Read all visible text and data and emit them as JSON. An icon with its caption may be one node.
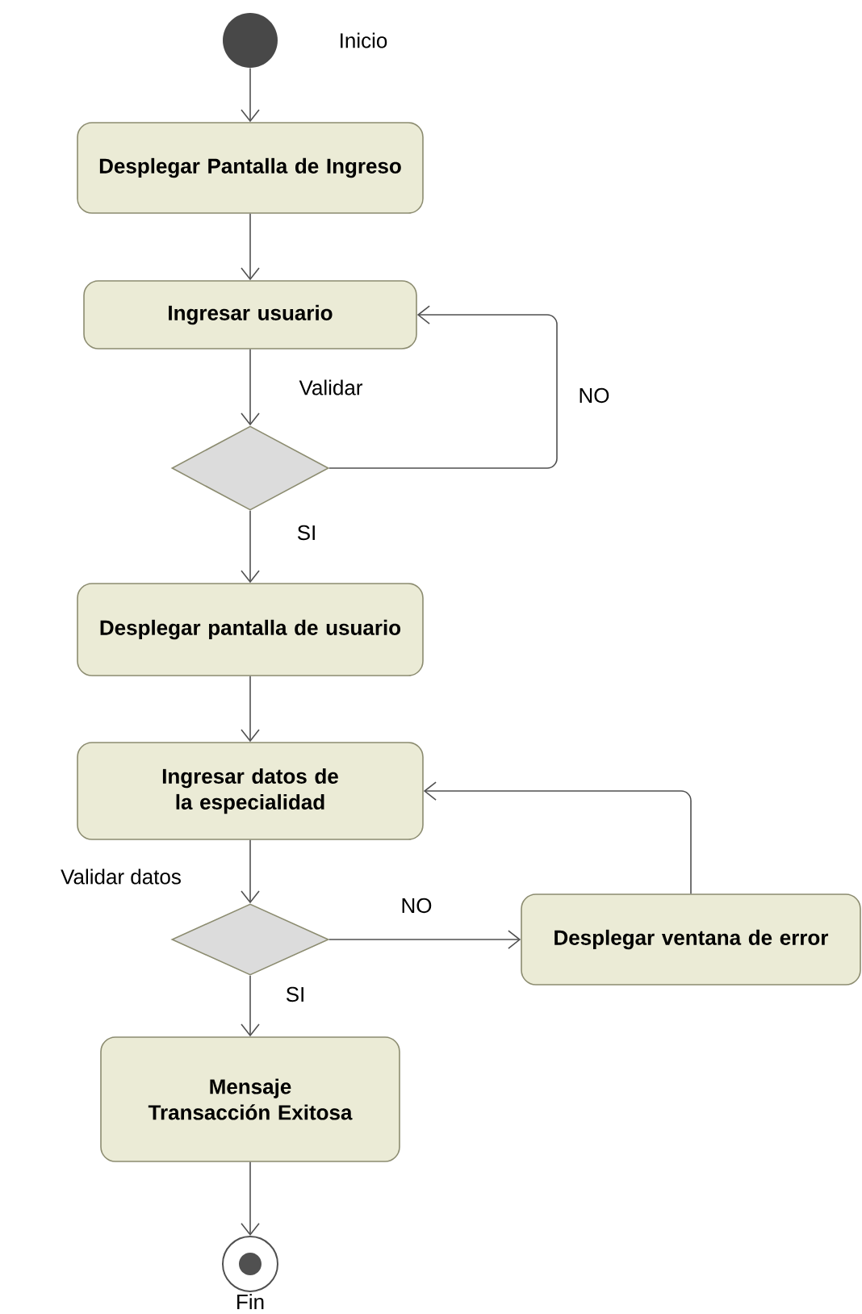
{
  "diagram": {
    "nodes": [
      {
        "text": [],
        "shape": "circle",
        "beside": [
          "Inicio"
        ]
      },
      {
        "text": [
          "Desplegar Pantalla de Ingreso"
        ]
      },
      {
        "text": [
          "Ingresar usuario"
        ]
      },
      {
        "text": [],
        "shape": "diamond"
      },
      {
        "text": [
          "Desplegar pantalla de usuario"
        ]
      },
      {
        "text": [
          "Ingresar datos de la especialidad"
        ]
      },
      {
        "text": [],
        "shape": "diamond"
      },
      {
        "text": [
          "Desplegar ventana de error"
        ]
      },
      {
        "text": [
          "Mensaje Transacción Exitosa"
        ]
      },
      {
        "text": [],
        "shape": "circle",
        "beside": [
          "Fin"
        ]
      }
    ],
    "edges": [
      {
        "from": 0,
        "to": 1,
        "arrow": "to"
      },
      {
        "from": 1,
        "to": 2,
        "arrow": "to"
      },
      {
        "from": 2,
        "to": 3,
        "arrow": "to",
        "label": "Validar"
      },
      {
        "from": 3,
        "to": 2,
        "arrow": "to",
        "label": "NO"
      },
      {
        "from": 3,
        "to": 4,
        "arrow": "to",
        "label": "SI"
      },
      {
        "from": 4,
        "to": 5,
        "arrow": "to"
      },
      {
        "from": 5,
        "to": 6,
        "arrow": "to",
        "label": "Validar datos"
      },
      {
        "from": 6,
        "to": 7,
        "arrow": "to",
        "label": "NO"
      },
      {
        "from": 7,
        "to": 5,
        "arrow": "to"
      },
      {
        "from": 6,
        "to": 8,
        "arrow": "to",
        "label": "SI"
      },
      {
        "from": 8,
        "to": 9,
        "arrow": "to"
      }
    ]
  }
}
